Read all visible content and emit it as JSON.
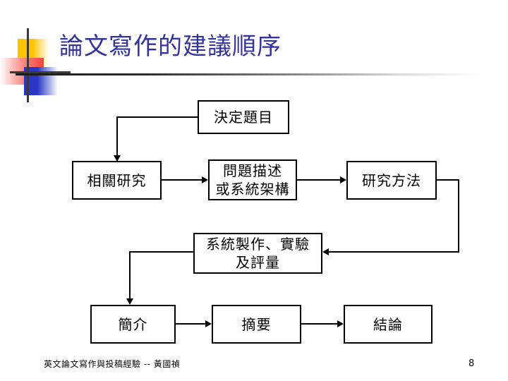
{
  "slide": {
    "title": "論文寫作的建議順序",
    "footer_note": "英文論文寫作與投稿經驗 -- 黃國禎",
    "page_number": "8",
    "title_color": "#333399",
    "line_color": "#000000",
    "deco_colors": {
      "yellow": "#FFC400",
      "red": "#F2453D",
      "blue": "#2B37C4",
      "bar": "#3A3A3A"
    }
  },
  "diagram": {
    "type": "flowchart",
    "nodes": [
      {
        "id": "topic",
        "label": "決定題目"
      },
      {
        "id": "related",
        "label": "相關研究"
      },
      {
        "id": "problem",
        "line1": "問題描述",
        "line2": "或系統架構"
      },
      {
        "id": "method",
        "label": "研究方法"
      },
      {
        "id": "system",
        "line1": "系統製作、實驗",
        "line2": "及評量"
      },
      {
        "id": "intro",
        "label": "簡介"
      },
      {
        "id": "abstract",
        "label": "摘要"
      },
      {
        "id": "conclusion",
        "label": "結論"
      }
    ],
    "edges": [
      {
        "from": "topic",
        "to": "related",
        "style": "elbow-left-down"
      },
      {
        "from": "related",
        "to": "problem",
        "style": "straight-right"
      },
      {
        "from": "problem",
        "to": "method",
        "style": "straight-right"
      },
      {
        "from": "method",
        "to": "system",
        "style": "elbow-right-down-left"
      },
      {
        "from": "system",
        "to": "intro",
        "style": "elbow-left-down"
      },
      {
        "from": "intro",
        "to": "abstract",
        "style": "straight-right"
      },
      {
        "from": "abstract",
        "to": "conclusion",
        "style": "straight-right"
      }
    ]
  }
}
